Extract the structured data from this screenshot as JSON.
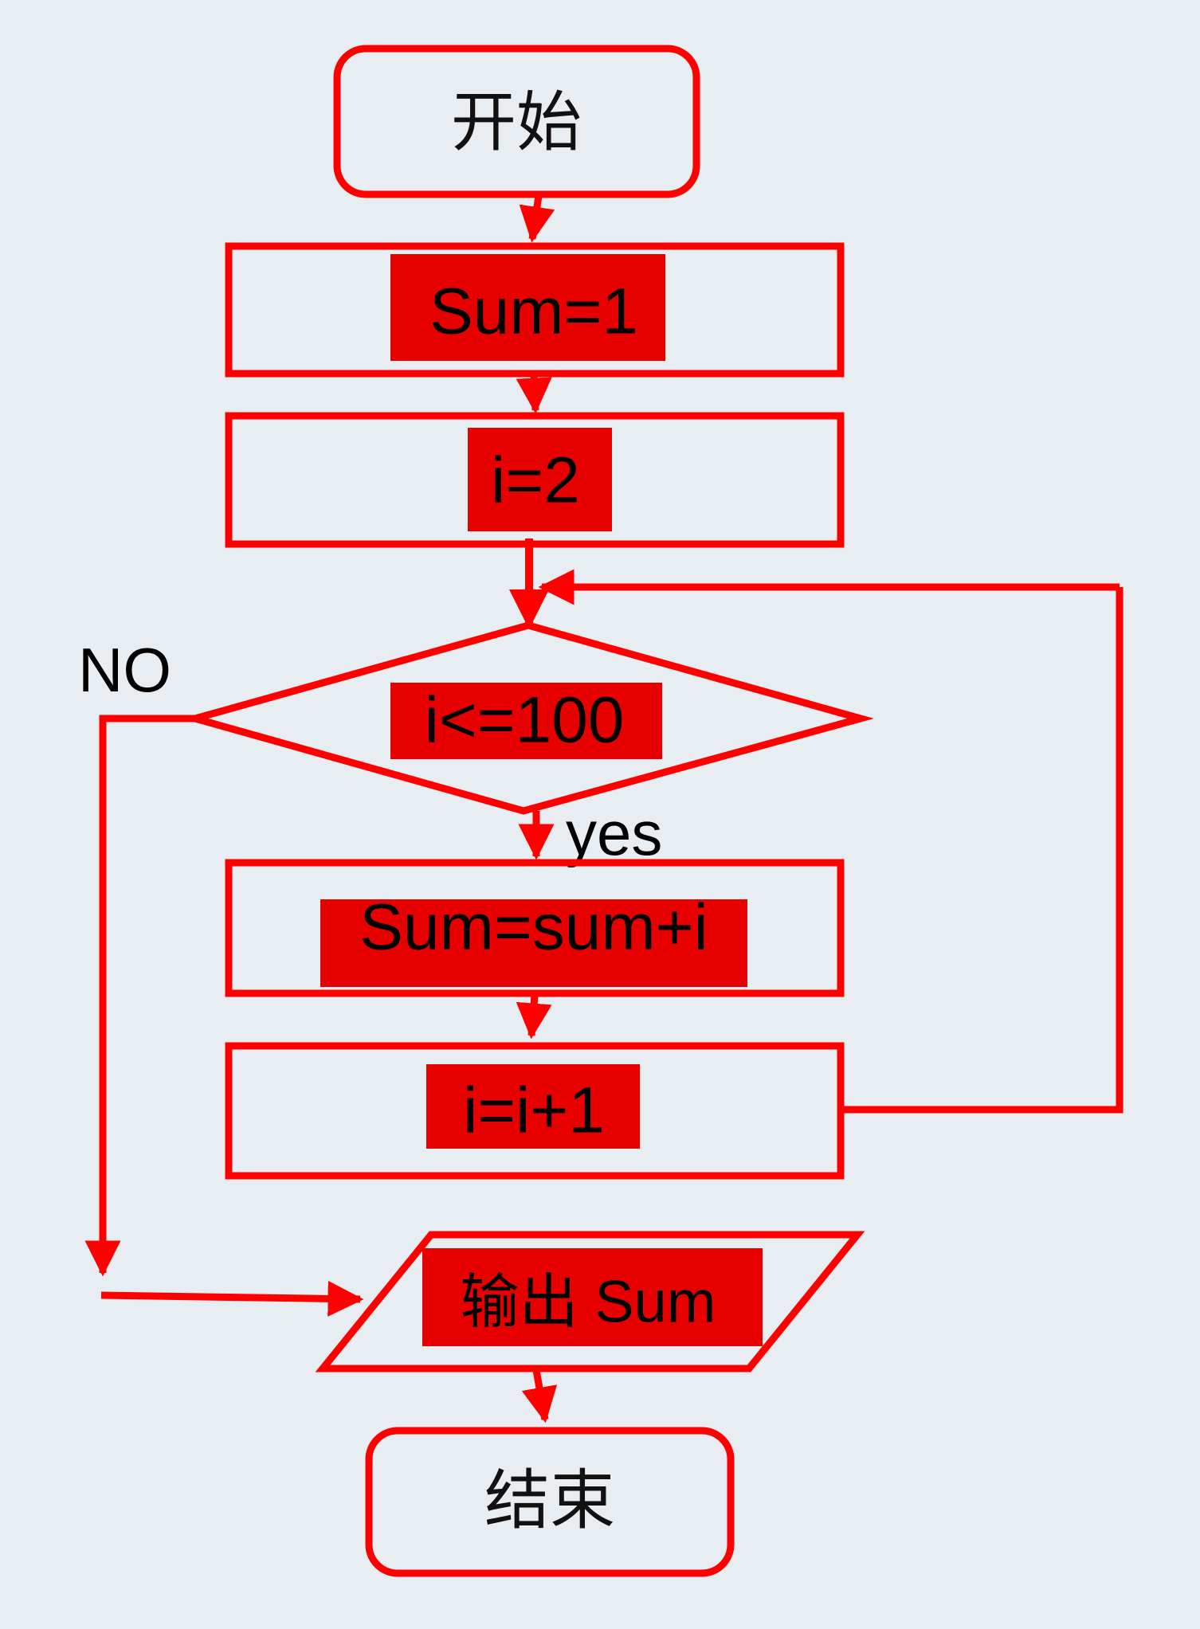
{
  "flowchart": {
    "start": "开始",
    "init_sum": "Sum=1",
    "init_i": "i=2",
    "condition": "i<=100",
    "yes_label": "yes",
    "no_label": "NO",
    "accumulate": "Sum=sum+i",
    "increment": "i=i+1",
    "output": "输出 Sum",
    "end": "结束"
  },
  "colors": {
    "stroke": "#ff0000",
    "text_highlight": "#e60000",
    "background": "#e8edf1"
  }
}
